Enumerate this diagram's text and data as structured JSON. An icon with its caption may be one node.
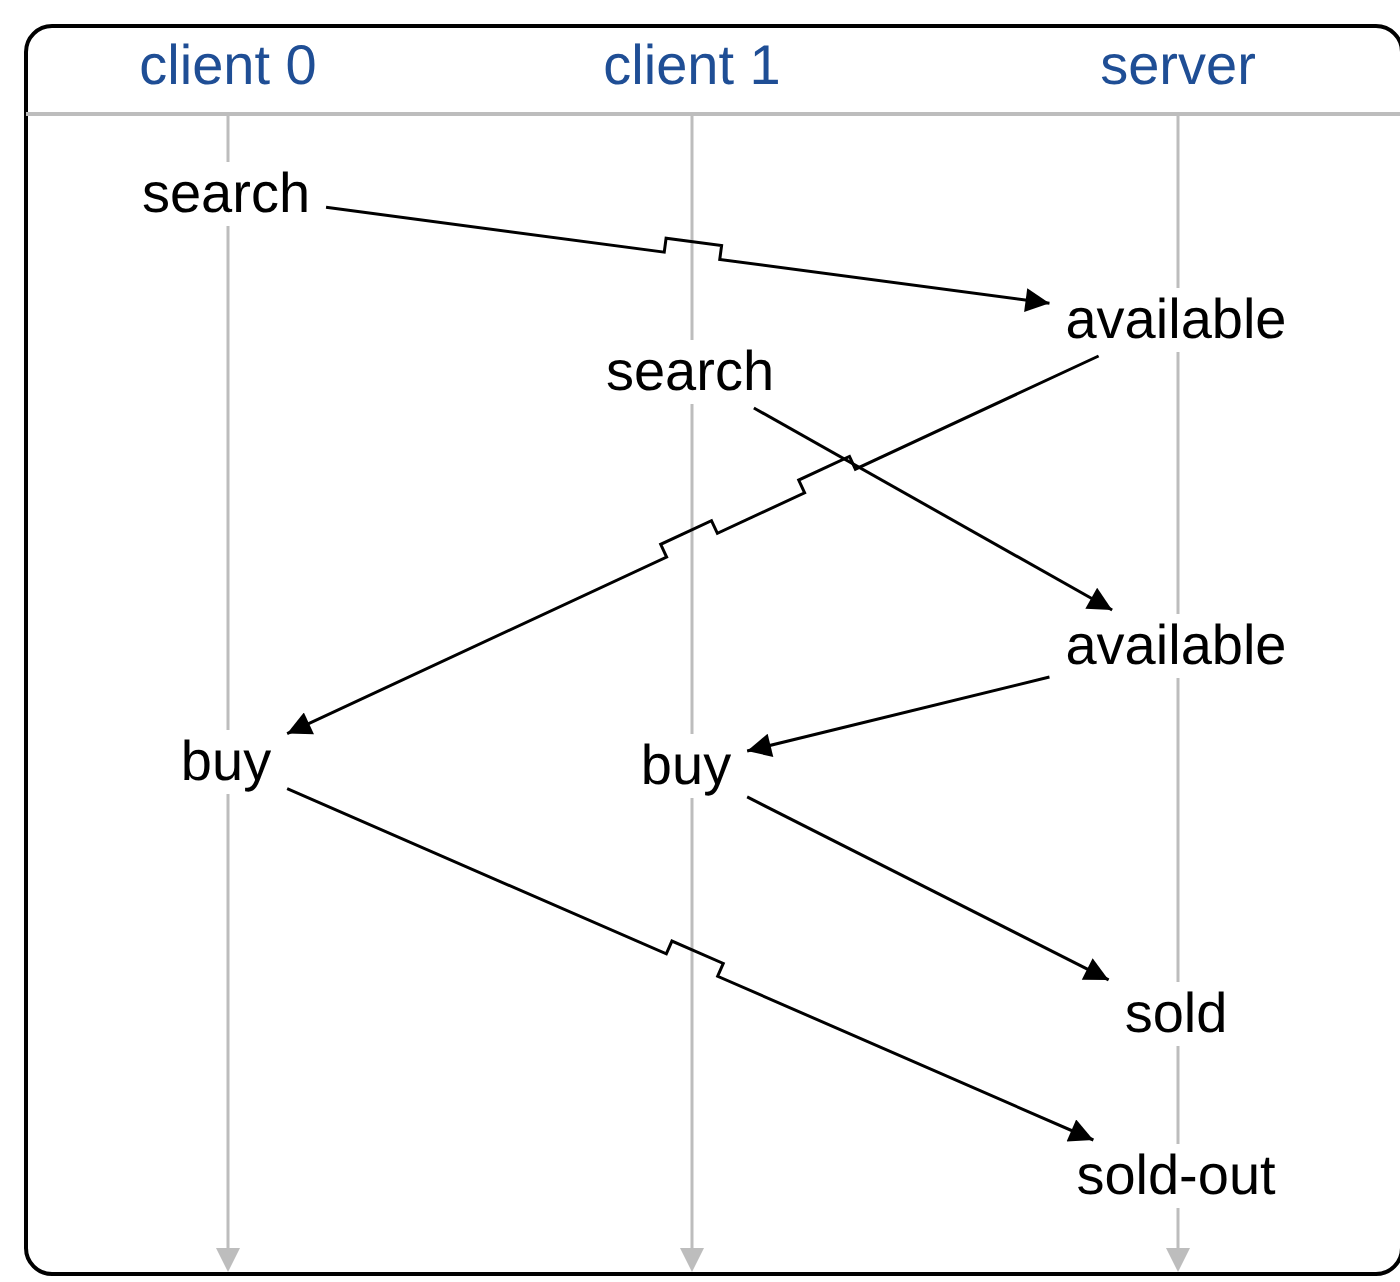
{
  "diagram": {
    "nodes": [
      {
        "text": [
          "search"
        ]
      },
      {
        "text": [
          "available"
        ]
      },
      {
        "text": [
          "search"
        ]
      },
      {
        "text": [
          "available"
        ]
      },
      {
        "text": [
          "buy"
        ]
      },
      {
        "text": [
          "buy"
        ]
      },
      {
        "text": [
          "sold"
        ]
      },
      {
        "text": [
          "sold-out"
        ]
      }
    ],
    "edges": [
      {
        "from": 0,
        "to": 1,
        "arrow": "to"
      },
      {
        "from": 2,
        "to": 3,
        "arrow": "to"
      },
      {
        "from": 1,
        "to": 4,
        "arrow": "to"
      },
      {
        "from": 3,
        "to": 5,
        "arrow": "to"
      },
      {
        "from": 4,
        "to": 7,
        "arrow": "to"
      },
      {
        "from": 5,
        "to": 6,
        "arrow": "to"
      }
    ],
    "labels": [
      "client 0",
      "client 1",
      "server"
    ]
  }
}
